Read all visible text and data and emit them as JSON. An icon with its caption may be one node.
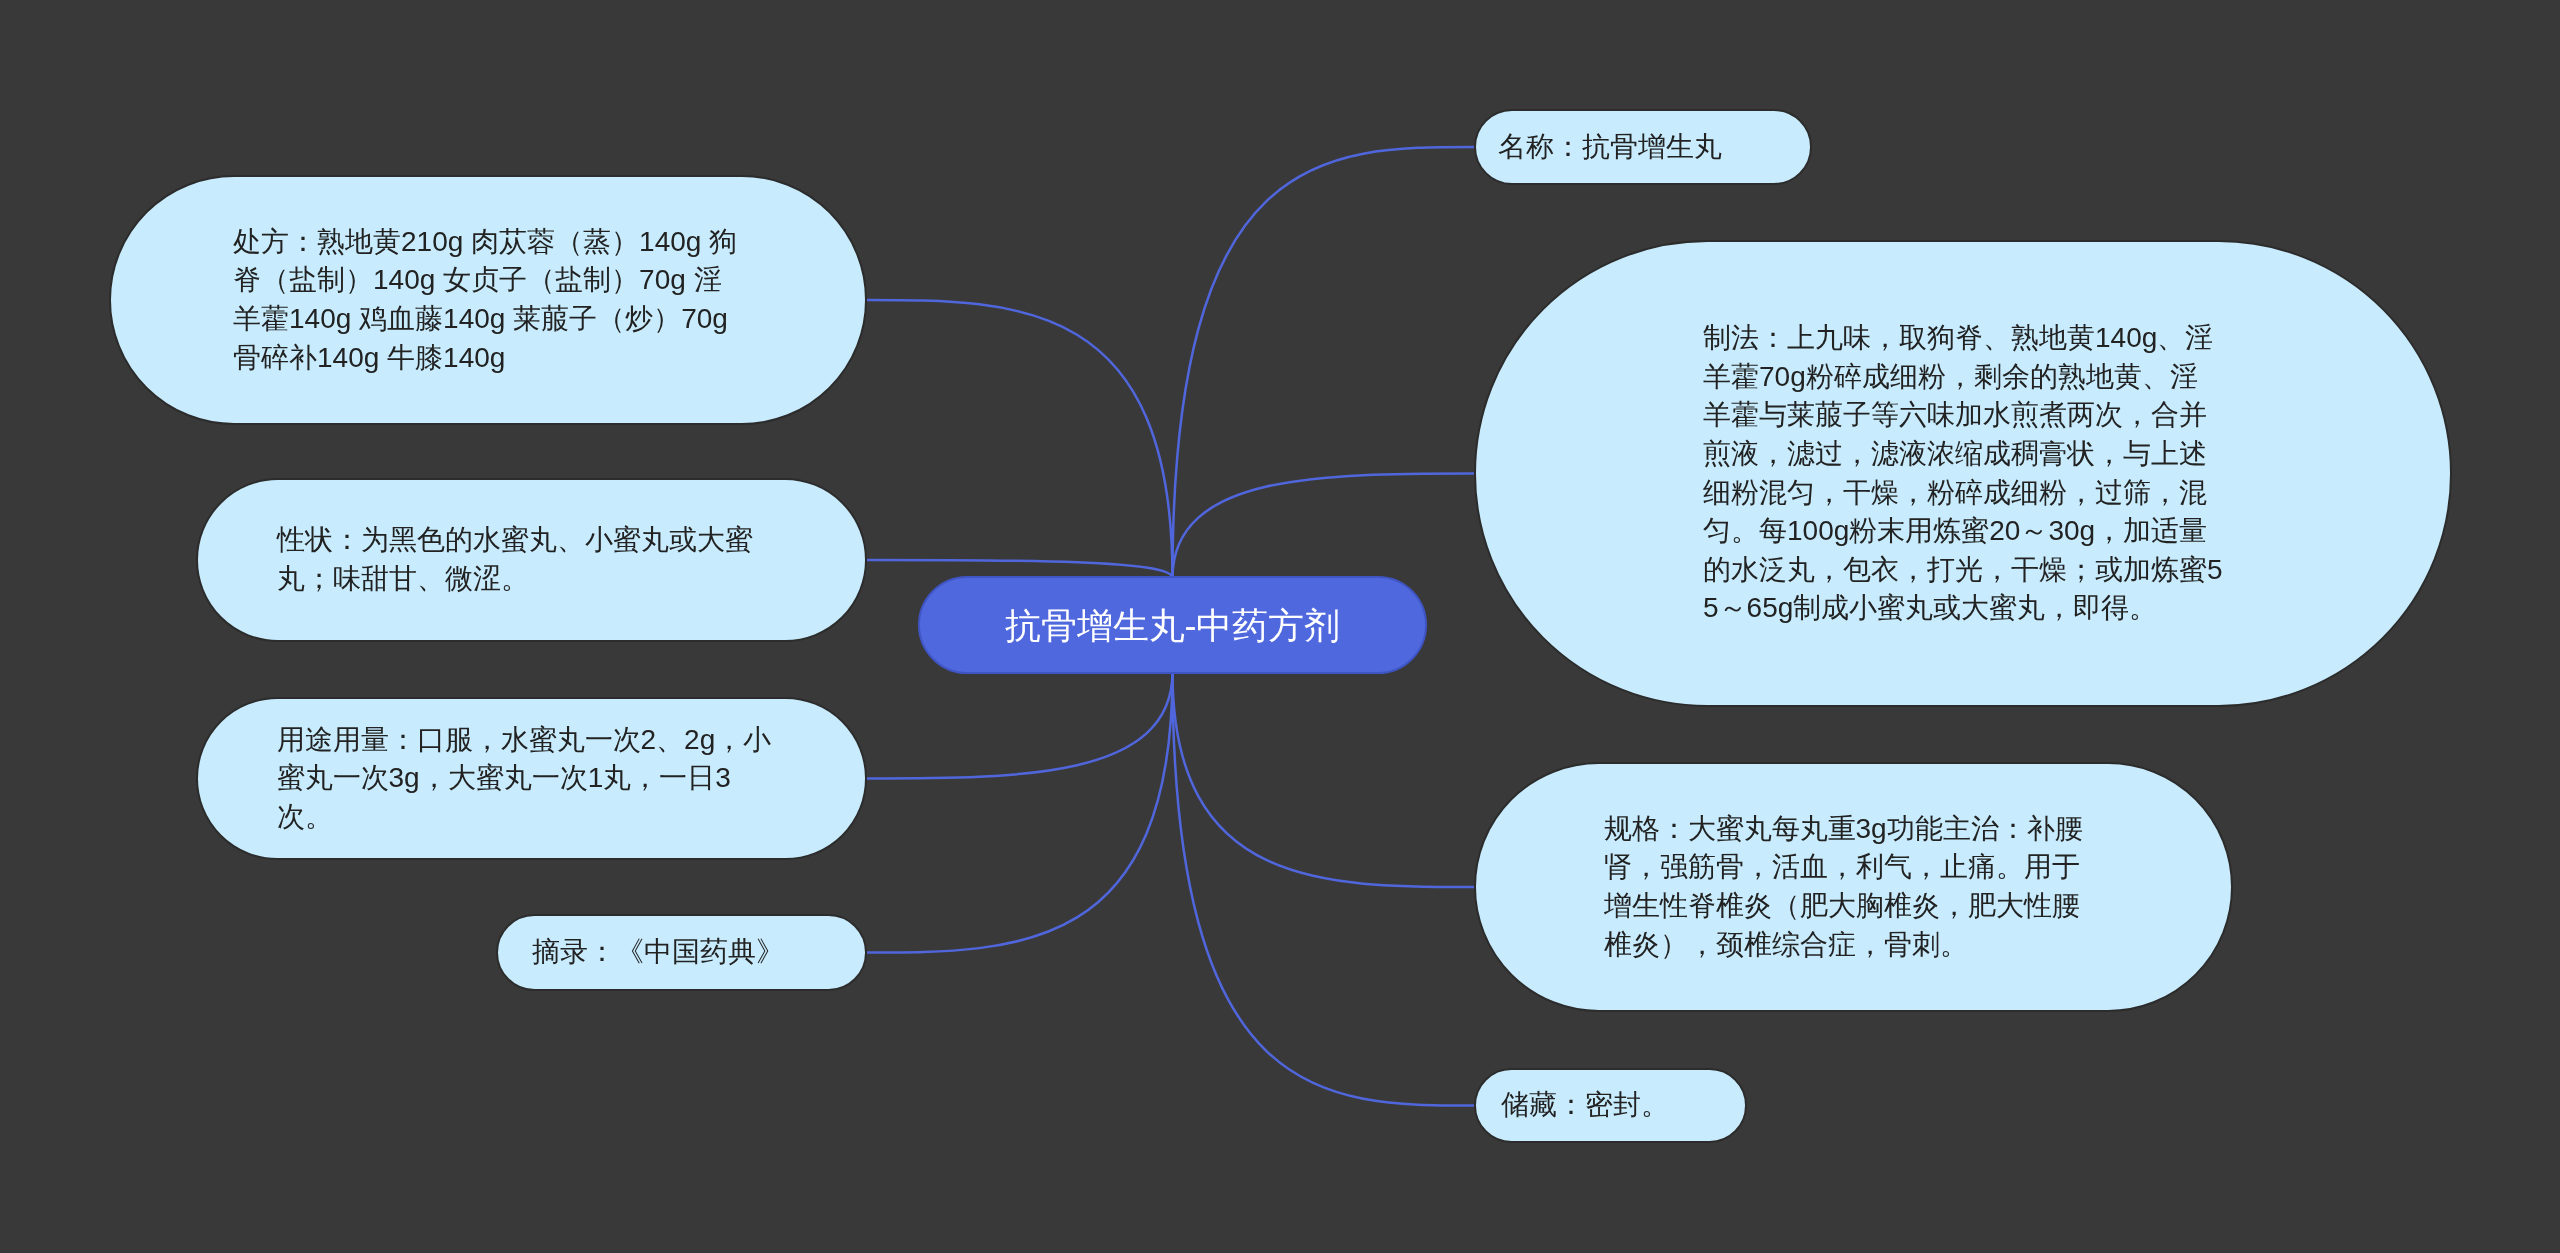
{
  "diagram": {
    "nodes": [
      {
        "text": [
          "抗骨增生丸-中药方剂"
        ]
      },
      {
        "text": [
          "名称：抗骨增生丸"
        ]
      },
      {
        "text": [
          "制法：上九味，取狗脊、熟地黄140g、淫羊藿70g粉碎成细粉，剩余的熟地黄、淫羊藿与莱菔子等六味加水煎煮两次，合并煎液，滤过，滤液浓缩成稠膏状，与上述细粉混匀，干燥，粉碎成细粉，过筛，混匀。每100g粉末用炼蜜20～30g，加适量的水泛丸，包衣，打光，干燥；或加炼蜜55～65g制成小蜜丸或大蜜丸，即得。"
        ]
      },
      {
        "text": [
          "规格：大蜜丸每丸重3g功能主治：补腰肾，强筋骨，活血，利气，止痛。用于增生性脊椎炎（肥大胸椎炎，肥大性腰椎炎），颈椎综合症，骨刺。"
        ]
      },
      {
        "text": [
          "储藏：密封。"
        ]
      },
      {
        "text": [
          "处方：熟地黄210g 肉苁蓉（蒸）140g 狗脊（盐制）140g 女贞子（盐制）70g 淫羊藿140g 鸡血藤140g 莱菔子（炒）70g 骨碎补140g 牛膝140g"
        ]
      },
      {
        "text": [
          "性状：为黑色的水蜜丸、小蜜丸或大蜜丸；味甜甘、微涩。"
        ]
      },
      {
        "text": [
          "用途用量：口服，水蜜丸一次2、2g，小蜜丸一次3g，大蜜丸一次1丸，一日3次。"
        ]
      },
      {
        "text": [
          "摘录：《中国药典》"
        ]
      }
    ],
    "edges": [
      {
        "from": 0,
        "to": 1,
        "arrow": "none"
      },
      {
        "from": 0,
        "to": 2,
        "arrow": "none"
      },
      {
        "from": 0,
        "to": 3,
        "arrow": "none"
      },
      {
        "from": 0,
        "to": 4,
        "arrow": "none"
      },
      {
        "from": 0,
        "to": 5,
        "arrow": "none"
      },
      {
        "from": 0,
        "to": 6,
        "arrow": "none"
      },
      {
        "from": 0,
        "to": 7,
        "arrow": "none"
      },
      {
        "from": 0,
        "to": 8,
        "arrow": "none"
      }
    ]
  }
}
